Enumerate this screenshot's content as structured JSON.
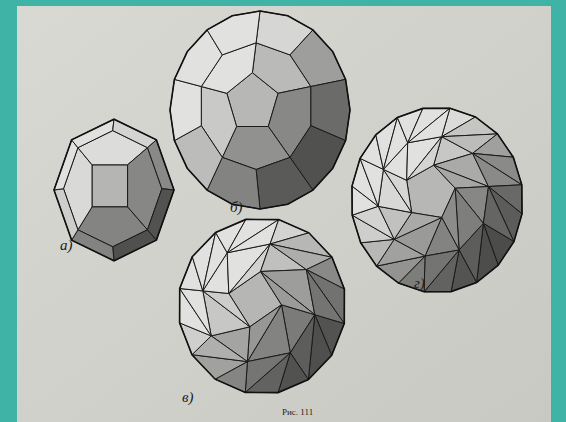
{
  "diagram": {
    "labels": [
      "а)",
      "б)",
      "в)",
      "г)",
      "Рис. 111"
    ]
  }
}
